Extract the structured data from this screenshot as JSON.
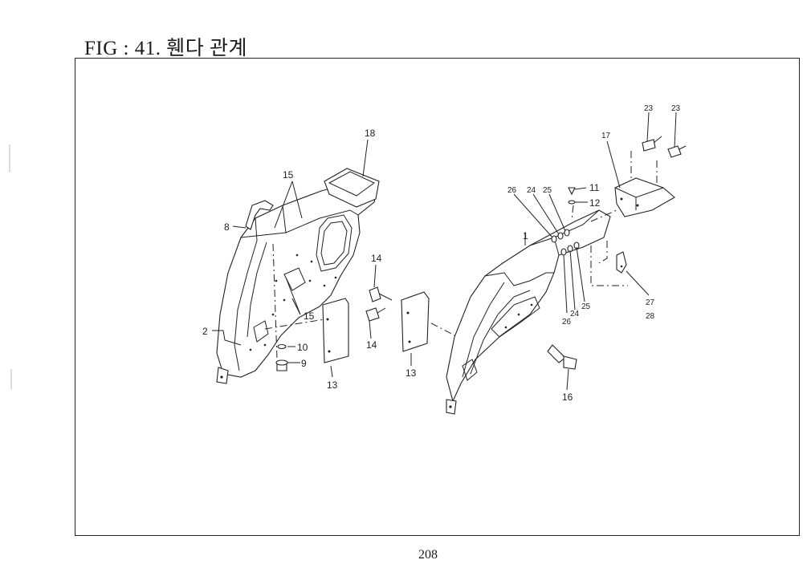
{
  "header": {
    "fig_title": "FIG : 41. 휀다 관계"
  },
  "footer": {
    "page_number": "208"
  },
  "callouts": {
    "c1": "1",
    "c2": "2",
    "c8": "8",
    "c9": "9",
    "c10": "10",
    "c11": "11",
    "c12": "12",
    "c13a": "13",
    "c13b": "13",
    "c14a": "14",
    "c14b": "14",
    "c15a": "15",
    "c15b": "15",
    "c16": "16",
    "c17": "17",
    "c18": "18",
    "c23a": "23",
    "c23b": "23",
    "c24a": "24",
    "c24b": "24",
    "c25a": "25",
    "c25b": "25",
    "c26a": "26",
    "c26b": "26",
    "c27": "27",
    "c28": "28"
  }
}
